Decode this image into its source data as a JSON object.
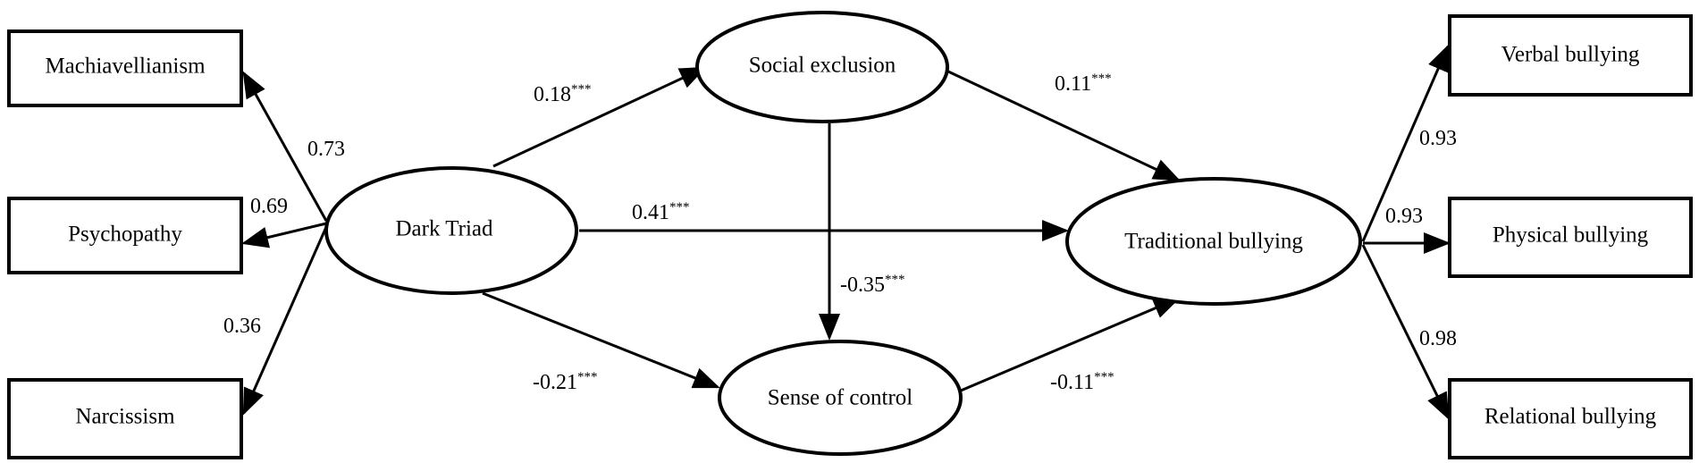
{
  "nodes": {
    "machiavellianism": "Machiavellianism",
    "psychopathy": "Psychopathy",
    "narcissism": "Narcissism",
    "dark_triad": "Dark Triad",
    "social_exclusion": "Social exclusion",
    "sense_of_control": "Sense of control",
    "traditional_bullying": "Traditional bullying",
    "verbal_bullying": "Verbal bullying",
    "physical_bullying": "Physical bullying",
    "relational_bullying": "Relational bullying"
  },
  "paths": {
    "dt_machiavellianism": {
      "value": "0.73",
      "sig": ""
    },
    "dt_psychopathy": {
      "value": "0.69",
      "sig": ""
    },
    "dt_narcissism": {
      "value": "0.36",
      "sig": ""
    },
    "dt_social_exclusion": {
      "value": "0.18",
      "sig": "***"
    },
    "dt_traditional_bullying": {
      "value": "0.41",
      "sig": "***"
    },
    "dt_sense_of_control": {
      "value": "-0.21",
      "sig": "***"
    },
    "se_traditional_bullying": {
      "value": "0.11",
      "sig": "***"
    },
    "se_sense_of_control": {
      "value": "-0.35",
      "sig": "***"
    },
    "sc_traditional_bullying": {
      "value": "-0.11",
      "sig": "***"
    },
    "tb_verbal": {
      "value": "0.93",
      "sig": ""
    },
    "tb_physical": {
      "value": "0.93",
      "sig": ""
    },
    "tb_relational": {
      "value": "0.98",
      "sig": ""
    }
  }
}
